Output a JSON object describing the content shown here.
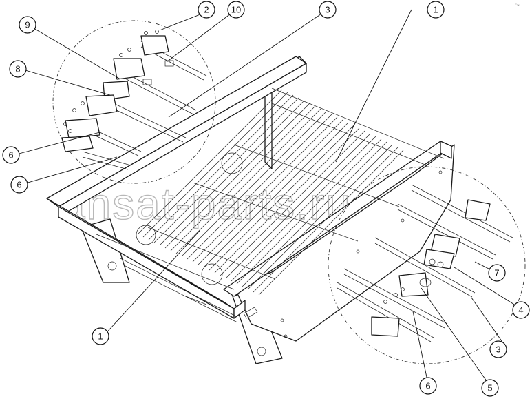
{
  "watermark": "ansat-parts.ru",
  "corner_mark": "⁻~",
  "callouts": {
    "c1_top": "1",
    "c1_bottom": "1",
    "c2": "2",
    "c3_top": "3",
    "c3_right": "3",
    "c4": "4",
    "c5": "5",
    "c6_left_a": "6",
    "c6_left_b": "6",
    "c6_bottom": "6",
    "c7": "7",
    "c8": "8",
    "c9": "9",
    "c10": "10"
  }
}
